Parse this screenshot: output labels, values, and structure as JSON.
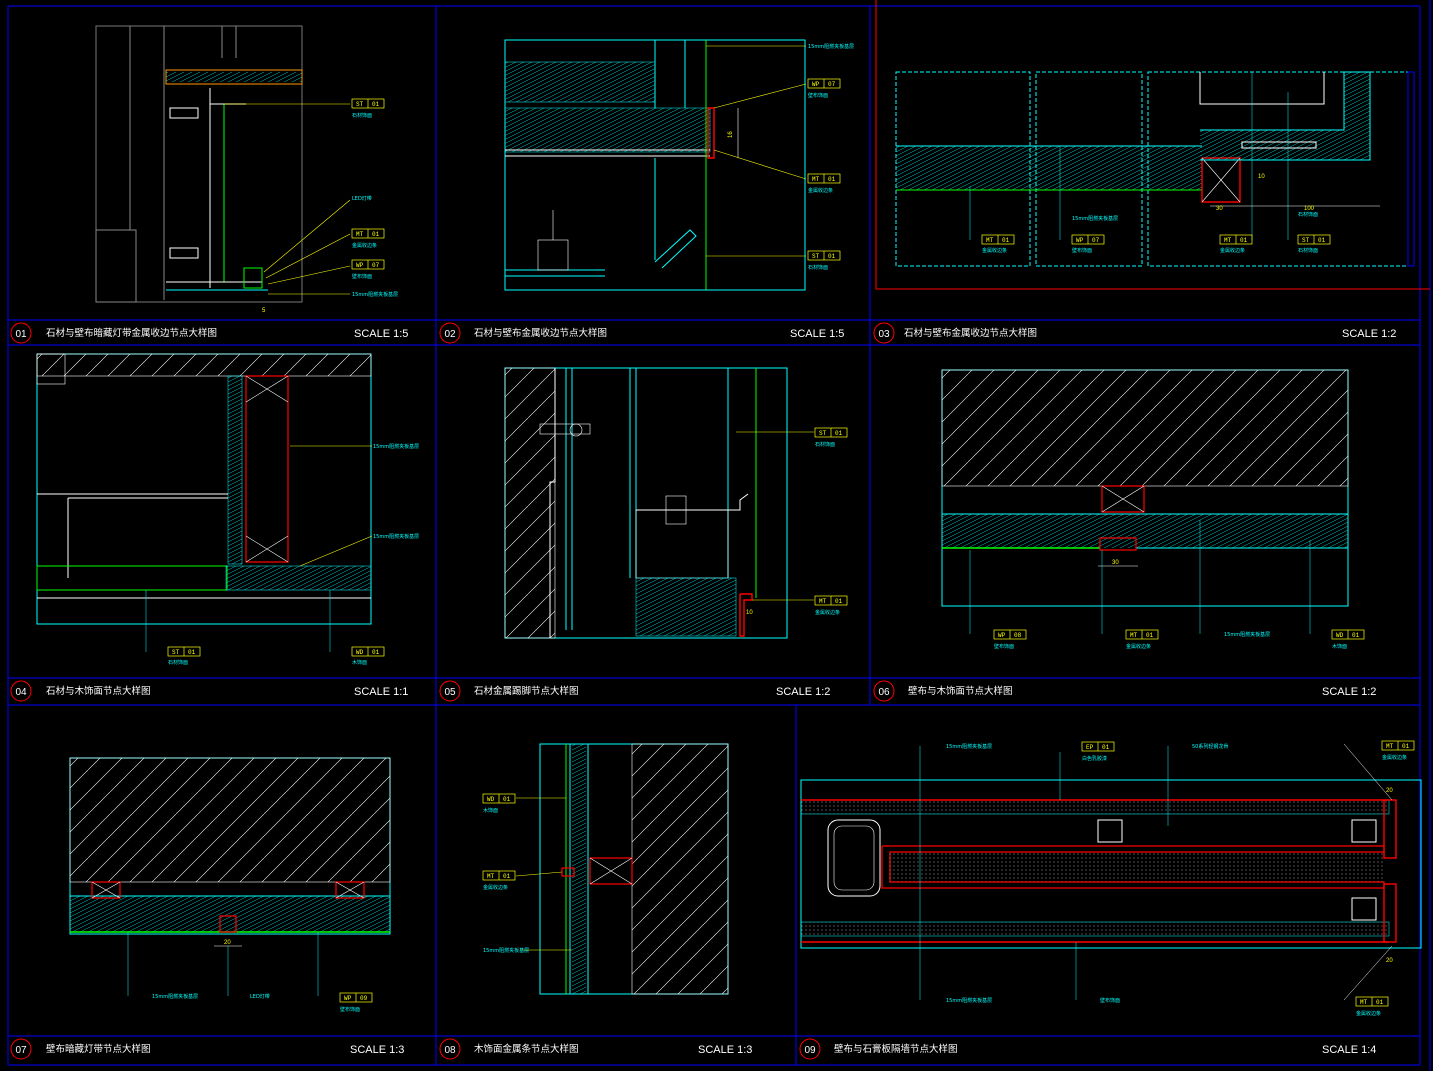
{
  "sheet": {
    "panels": [
      {
        "num": "01",
        "title": "石材与壁布暗藏灯带金属收边节点大样图",
        "scale": "SCALE 1:5"
      },
      {
        "num": "02",
        "title": "石材与壁布金属收边节点大样图",
        "scale": "SCALE 1:5"
      },
      {
        "num": "03",
        "title": "石材与壁布金属收边节点大样图",
        "scale": "SCALE 1:2"
      },
      {
        "num": "04",
        "title": "石材与木饰面节点大样图",
        "scale": "SCALE 1:1"
      },
      {
        "num": "05",
        "title": "石材金属踢脚节点大样图",
        "scale": "SCALE 1:2"
      },
      {
        "num": "06",
        "title": "壁布与木饰面节点大样图",
        "scale": "SCALE 1:2"
      },
      {
        "num": "07",
        "title": "壁布暗藏灯带节点大样图",
        "scale": "SCALE 1:3"
      },
      {
        "num": "08",
        "title": "木饰面金属条节点大样图",
        "scale": "SCALE 1:3"
      },
      {
        "num": "09",
        "title": "壁布与石膏板隔墙节点大样图",
        "scale": "SCALE 1:4"
      }
    ]
  },
  "tags": {
    "st01": [
      "ST",
      "01"
    ],
    "mt01": [
      "MT",
      "01"
    ],
    "wp07": [
      "WP",
      "07"
    ],
    "wp08": [
      "WP",
      "08"
    ],
    "wp09": [
      "WP",
      "09"
    ],
    "wd01": [
      "WD",
      "01"
    ],
    "ep01": [
      "EP",
      "01"
    ]
  },
  "notes": {
    "board15": "15mm阻燃夹板基层",
    "stone": "石材饰面",
    "metal": "金属收边条",
    "wallcovering": "壁布饰面",
    "wood": "木饰面",
    "led": "LED灯带",
    "paint": "白色乳胶漆",
    "keel": "50系列轻钢龙骨"
  },
  "dims": {
    "d30": "30",
    "d20": "20",
    "d100": "100",
    "d10": "10",
    "d5": "5",
    "d16": "16"
  },
  "colors": {
    "frame": "#0000ff",
    "line": "#00ffff",
    "green": "#00ff00",
    "red": "#ff0000",
    "yellow": "#ffff00",
    "white": "#ffffff"
  }
}
